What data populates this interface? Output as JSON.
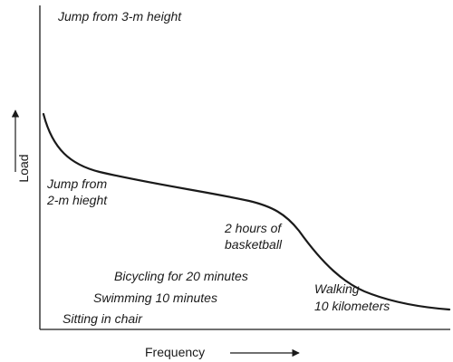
{
  "diagram": {
    "xlabel": "Frequency",
    "ylabel": "Load",
    "line_color": "#1a1a1a",
    "annotations": {
      "jump3": "Jump from 3-m height",
      "jump2_line1": "Jump from",
      "jump2_line2": "2-m hieght",
      "basketball_line1": "2 hours of",
      "basketball_line2": "basketball",
      "bicycling": "Bicycling for 20 minutes",
      "swimming": "Swimming 10 minutes",
      "sitting": "Sitting in chair",
      "walking_line1": "Walking",
      "walking_line2": "10 kilometers"
    }
  }
}
